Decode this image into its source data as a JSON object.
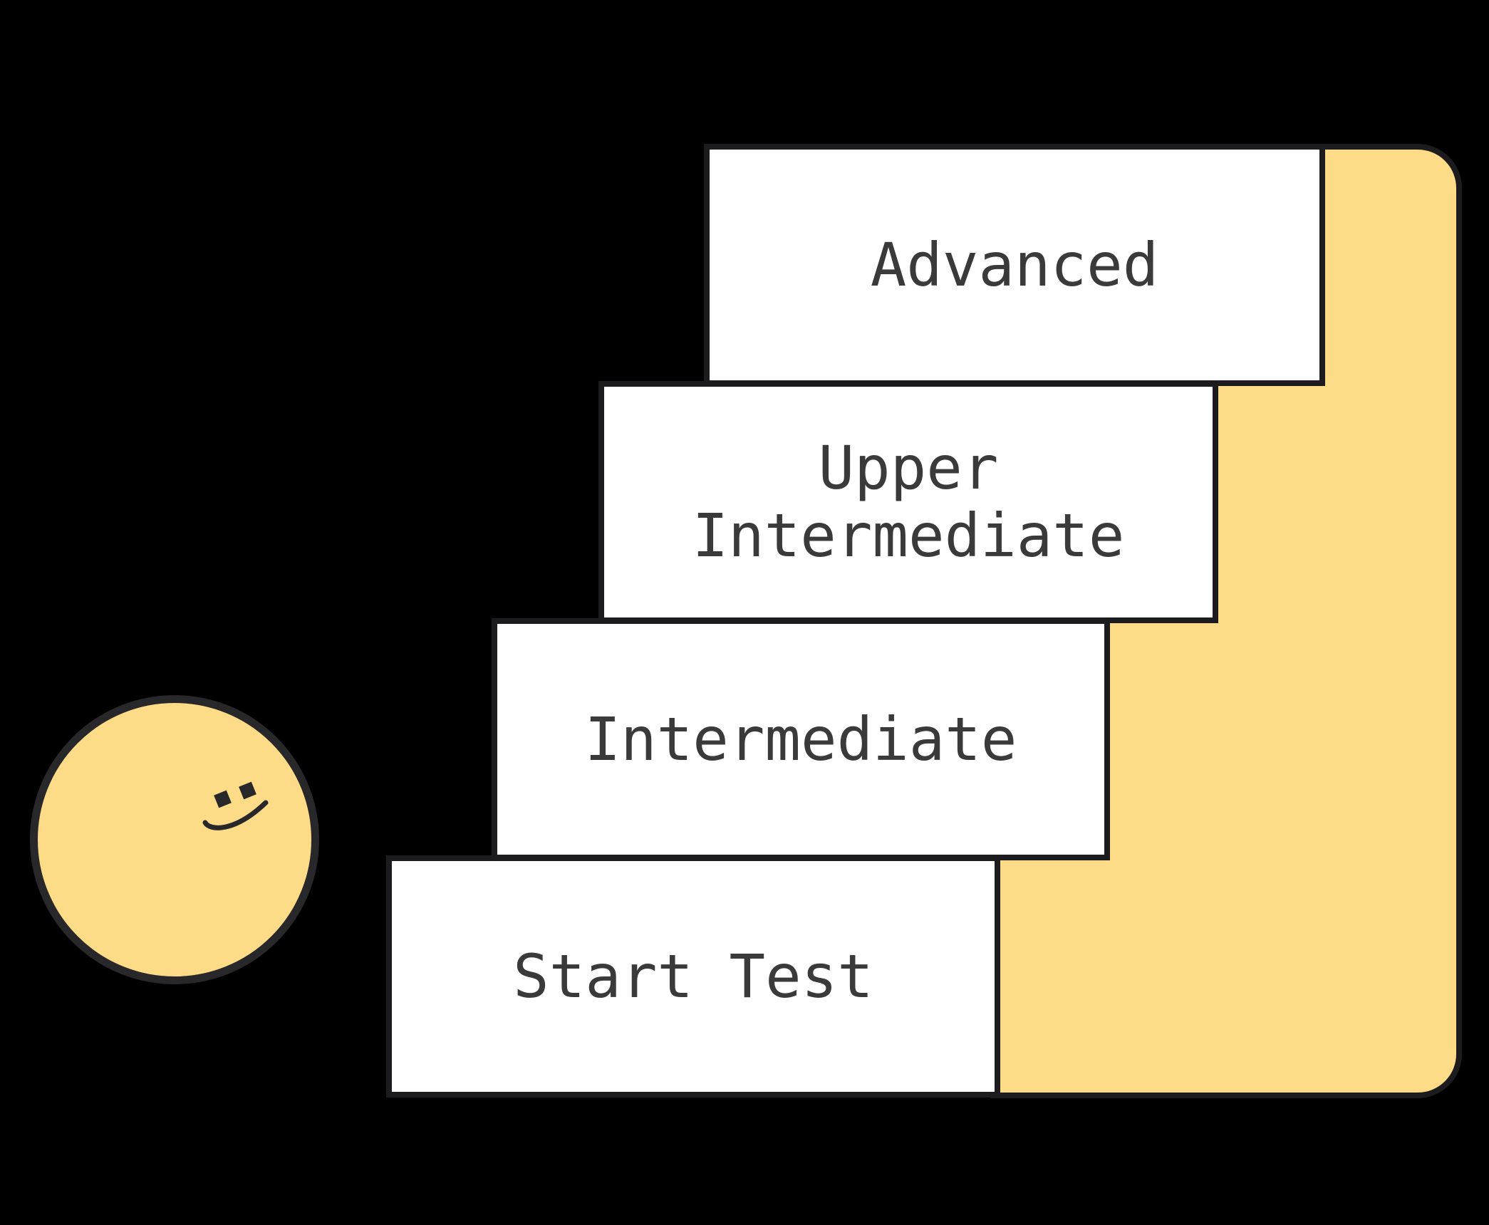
{
  "illustration": {
    "description": "Language level staircase illustration",
    "colors": {
      "background": "#000000",
      "panel_fill": "#FDDB87",
      "ink": "#1C1C1E",
      "card_fill": "#FFFFFF",
      "text": "#3A3A3A",
      "face_ink": "#28282A"
    },
    "steps": [
      {
        "id": "advanced",
        "lines": [
          "Advanced"
        ]
      },
      {
        "id": "upper-intermediate",
        "lines": [
          "Upper",
          "Intermediate"
        ]
      },
      {
        "id": "intermediate",
        "lines": [
          "Intermediate"
        ]
      },
      {
        "id": "start-test",
        "lines": [
          "Start Test"
        ]
      }
    ],
    "face": {
      "icon": "winking-smiley-face"
    }
  }
}
